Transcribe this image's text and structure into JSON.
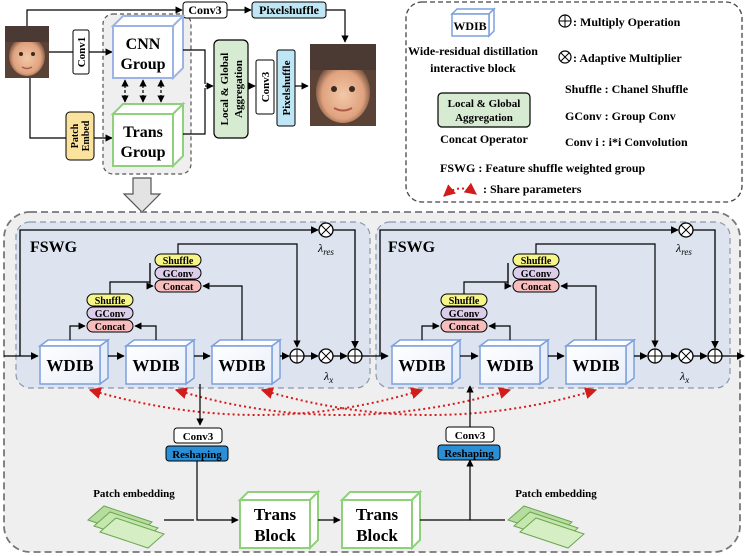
{
  "top": {
    "conv1": "Conv1",
    "conv3_top": "Conv3",
    "pixelshuffle_top": "Pixelshuffle",
    "cnn_group": [
      "CNN",
      "Group"
    ],
    "trans_group": [
      "Trans",
      "Group"
    ],
    "patch_embed": [
      "Patch",
      "Embed"
    ],
    "aggregation": [
      "Local & Global",
      "Aggregation"
    ],
    "conv3_vert": "Conv3",
    "pixelshuffle_vert": "Pixelshuffle"
  },
  "legend": {
    "wdib_box": "WDIB",
    "wdib_desc": [
      "Wide-residual distillation",
      "interactive block"
    ],
    "multiply": ": Multiply Operation",
    "adaptive": ": Adaptive Multiplier",
    "shuffle": "Shuffle : Chanel Shuffle",
    "gconv": "GConv : Group Conv",
    "convi": "Conv i :  i*i Convolution",
    "agg_box": [
      "Local & Global",
      "Aggregation"
    ],
    "concat_op": "Concat Operator",
    "fswg": "FSWG :  Feature shuffle weighted group",
    "share": ": Share parameters"
  },
  "bottom": {
    "fswg_label": "FSWG",
    "wdib": "WDIB",
    "shuffle": "Shuffle",
    "gconv": "GConv",
    "concat": "Concat",
    "lambda_res": "λres",
    "lambda_x": "λx",
    "conv3": "Conv3",
    "reshaping": "Reshaping",
    "patch_embedding": "Patch embedding",
    "trans_block": [
      "Trans",
      "Block"
    ]
  },
  "colors": {
    "cnn_stroke": "#9db3e8",
    "trans_stroke": "#8fd07a",
    "agg_fill": "#d6ebd2",
    "patch_fill": "#fbe39e",
    "pixelshuffle_fill": "#bfe6f4",
    "reshaping_fill": "#2a8fd6",
    "shuffle_fill": "#f6f58a",
    "gconv_fill": "#dccdea",
    "concat_fill": "#f7bcbc",
    "fswg_bg": "#dde4ef",
    "share_arrow": "#d21c1c"
  }
}
